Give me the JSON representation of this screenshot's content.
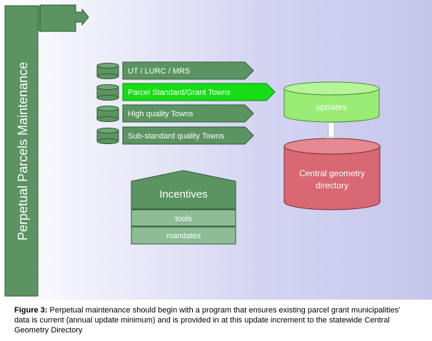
{
  "diagram": {
    "side_label": "Perpetual Parcels Maintenance",
    "categories": [
      {
        "label": "UT / LURC / MRS",
        "highlighted": false
      },
      {
        "label": "Parcel Standard/Grant  Towns",
        "highlighted": true
      },
      {
        "label": "High quality Towns",
        "highlighted": false
      },
      {
        "label": "Sub-standard quality Towns",
        "highlighted": false
      }
    ],
    "updates_label": "updates",
    "directory_label_line1": "Central geometry",
    "directory_label_line2": "directory",
    "incentives": {
      "title": "Incentives",
      "tools": "tools",
      "mandates": "mandates"
    }
  },
  "caption": {
    "label": "Figure 3:",
    "text": " Perpetual maintenance should begin with a program that ensures existing parcel grant municipalities' data is current (annual update minimum) and is provided in at this update increment to the statewide Central Geometry Directory"
  },
  "colors": {
    "dark_green": "#5b9461",
    "bright_green": "#16dd16",
    "light_green": "#99ec74",
    "red_cylinder": "#d86872",
    "muted_green": "#8dbc95",
    "bg_light": "#ffffff",
    "bg_lavender": "#c8c8ee"
  }
}
